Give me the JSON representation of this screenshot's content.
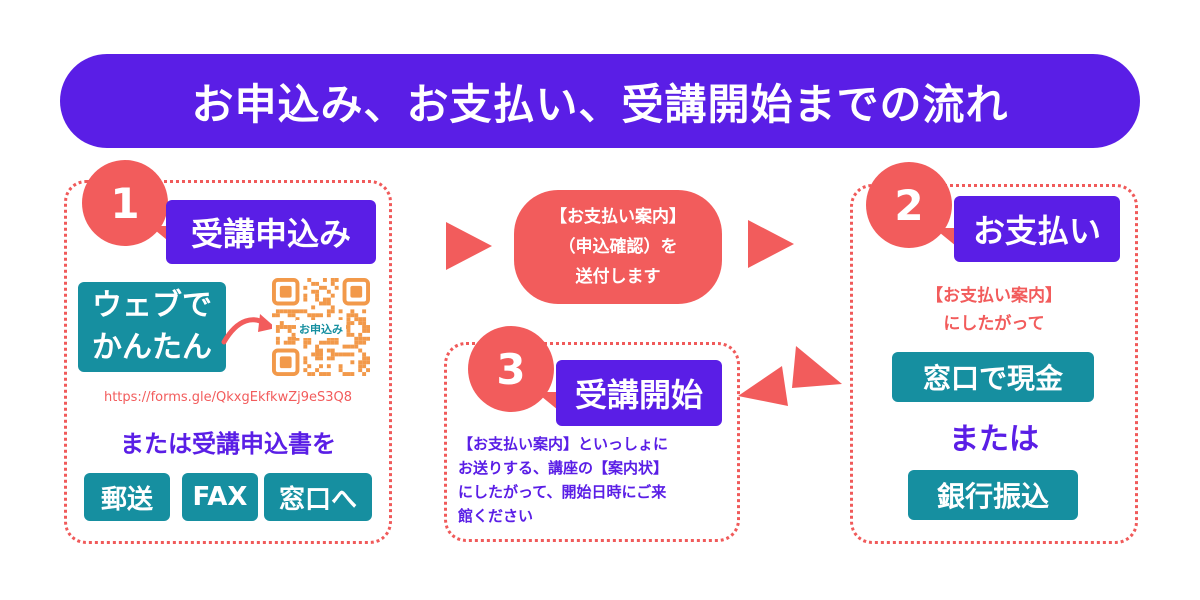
{
  "title": "お申込み、お支払い、受講開始までの流れ",
  "step1": {
    "number": "1",
    "heading": "受講申込み",
    "web_label_line1": "ウェブで",
    "web_label_line2": "かんたん",
    "qr_label": "お申込み",
    "url": "https://forms.gle/QkxgEkfkwZj9eS3Q8",
    "alt_text": "または受講申込書を",
    "options": [
      "郵送",
      "FAX",
      "窓口へ"
    ]
  },
  "notice": {
    "line1": "【お支払い案内】",
    "line2": "（申込確認）を",
    "line3": "送付します"
  },
  "step2": {
    "number": "2",
    "heading": "お支払い",
    "note_line1": "【お支払い案内】",
    "note_line2": "にしたがって",
    "option1": "窓口で現金",
    "or": "または",
    "option2": "銀行振込"
  },
  "step3": {
    "number": "3",
    "heading": "受講開始",
    "body_line1": "【お支払い案内】といっしょに",
    "body_line2": "お送りする、講座の【案内状】",
    "body_line3": "にしたがって、開始日時にご来",
    "body_line4": "館ください"
  },
  "colors": {
    "purple": "#5a1ee6",
    "teal": "#168fa0",
    "coral": "#f25c5c",
    "qr_orange": "#f2994a"
  }
}
